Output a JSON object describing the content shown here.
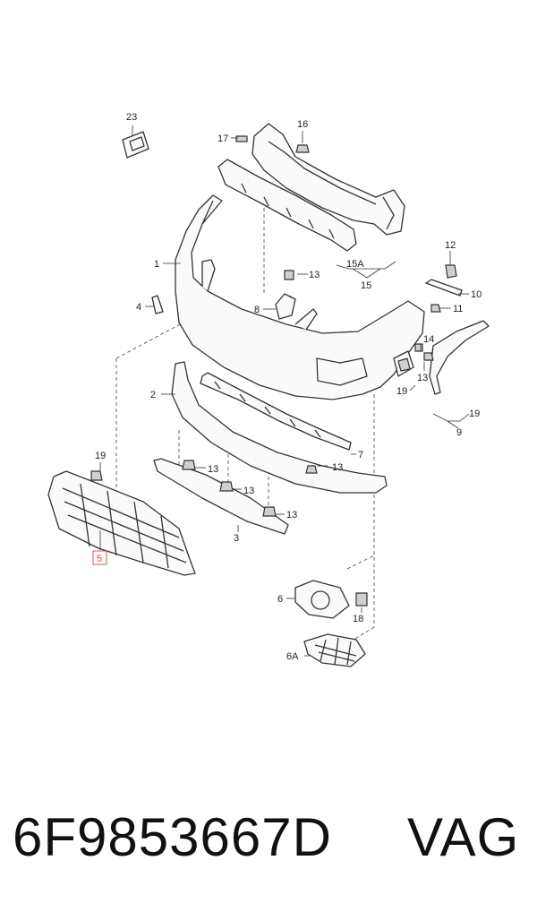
{
  "diagram": {
    "highlighted_callout": "5",
    "callouts": {
      "c23": "23",
      "c17": "17",
      "c16": "16",
      "c1": "1",
      "c13a": "13",
      "c15a": "15A",
      "c15": "15",
      "c12": "12",
      "c10": "10",
      "c11": "11",
      "c4": "4",
      "c8": "8",
      "c14": "14",
      "c13b": "13",
      "c19a": "19",
      "c19b": "19",
      "c9": "9",
      "c2": "2",
      "c7": "7",
      "c19c": "19",
      "c13c": "13",
      "c13d": "13",
      "c13e": "13",
      "c13f": "13",
      "c3": "3",
      "c5": "5",
      "c6": "6",
      "c18": "18",
      "c6a": "6A"
    }
  },
  "footer": {
    "part_number": "6F9853667D",
    "brand": "VAG"
  }
}
